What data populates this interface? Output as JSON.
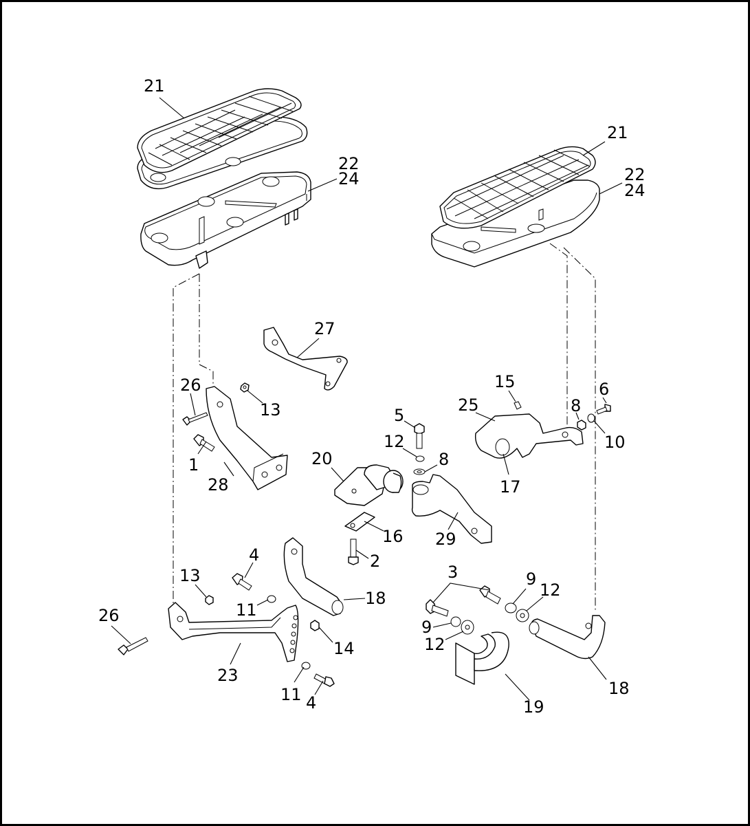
{
  "diagram": {
    "callouts": {
      "c21a": "21",
      "c21b": "21",
      "c22a": "22",
      "c24a": "24",
      "c22b": "22",
      "c24b": "24",
      "c27": "27",
      "c26a": "26",
      "c13a": "13",
      "c1": "1",
      "c28": "28",
      "c15": "15",
      "c6": "6",
      "c25": "25",
      "c8a": "8",
      "c10": "10",
      "c17": "17",
      "c5": "5",
      "c12a": "12",
      "c8b": "8",
      "c20": "20",
      "c16": "16",
      "c29": "29",
      "c2": "2",
      "c4a": "4",
      "c13b": "13",
      "c11a": "11",
      "c26b": "26",
      "c18a": "18",
      "c14": "14",
      "c23": "23",
      "c11b": "11",
      "c4b": "4",
      "c3": "3",
      "c9a": "9",
      "c12b": "12",
      "c9b": "9",
      "c12c": "12",
      "c19": "19",
      "c18b": "18"
    }
  }
}
